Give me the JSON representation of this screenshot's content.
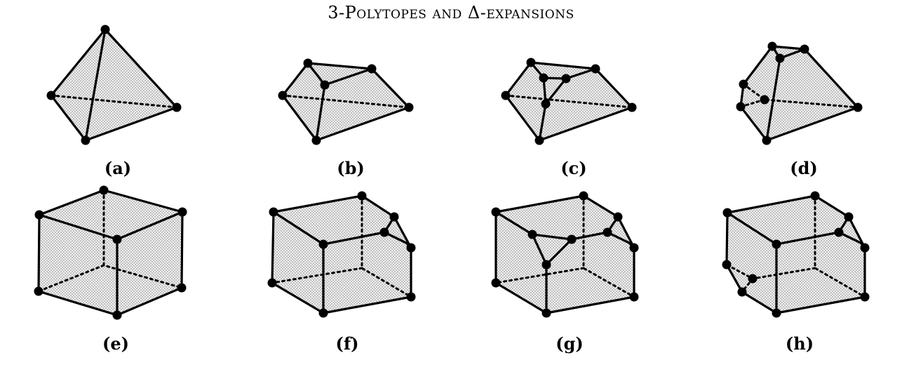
{
  "title": "3-Polytopes and Δ-expansions",
  "panels": [
    {
      "id": "a",
      "label": "(a)"
    },
    {
      "id": "b",
      "label": "(b)"
    },
    {
      "id": "c",
      "label": "(c)"
    },
    {
      "id": "d",
      "label": "(d)"
    },
    {
      "id": "e",
      "label": "(e)"
    },
    {
      "id": "f",
      "label": "(f)"
    },
    {
      "id": "g",
      "label": "(g)"
    },
    {
      "id": "h",
      "label": "(h)"
    }
  ],
  "colors": {
    "edge": "#000000",
    "fill_dots": "#9a9a9a",
    "background": "#ffffff"
  }
}
